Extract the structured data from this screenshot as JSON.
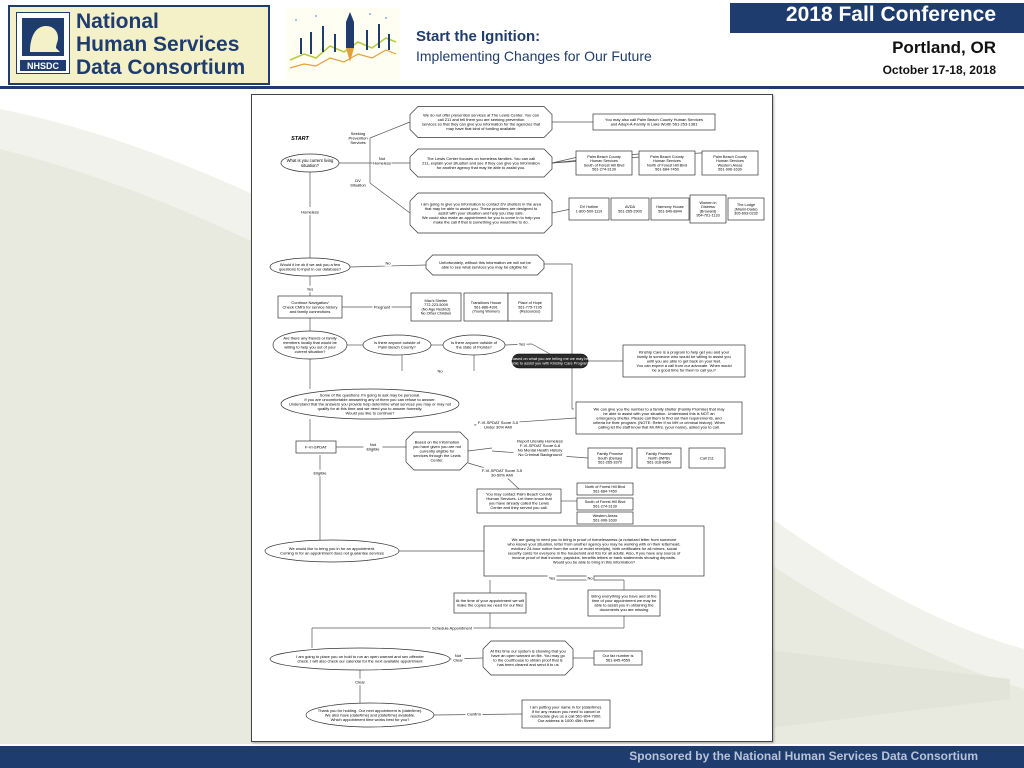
{
  "header": {
    "logo_line1": "National",
    "logo_line2": "Human Services",
    "logo_line3": "Data Consortium",
    "logo_emblem_text": "NHSDC",
    "tagline_title": "Start the Ignition:",
    "tagline_sub": "Implementing Changes for Our Future",
    "conference_title": "2018 Fall Conference",
    "city": "Portland, OR",
    "dates": "October 17-18, 2018"
  },
  "footer": {
    "sponsor": "Sponsored by the National Human Services Data Consortium"
  },
  "colors": {
    "navy": "#1f3c6e",
    "logo_background": "#f4f0c8",
    "dark_callout": "#2b2b2b"
  },
  "diagram": {
    "nodes": [
      {
        "id": "start",
        "shape": "label",
        "lines": [
          "START"
        ]
      },
      {
        "id": "current_situation",
        "shape": "ellipse",
        "lines": [
          "What is you current living",
          "situation?"
        ]
      },
      {
        "id": "seeking_prevention",
        "shape": "label",
        "lines": [
          "Seeking",
          "Prevention",
          "Services"
        ]
      },
      {
        "id": "not_homeless",
        "shape": "label",
        "lines": [
          "Not",
          "Homeless"
        ]
      },
      {
        "id": "dv_situation",
        "shape": "label",
        "lines": [
          "DV",
          "Situation"
        ]
      },
      {
        "id": "homeless",
        "shape": "label",
        "lines": [
          "Homeless"
        ]
      },
      {
        "id": "no_prevention",
        "shape": "octagon",
        "lines": [
          "We do not offer prevention services at The Lewis Center. You can",
          "call 211 and tell them you are seeking prevention",
          "services so that they can give you information for the agencies that",
          "may have that kind of funding available"
        ]
      },
      {
        "id": "pbc_adopt",
        "shape": "rect",
        "lines": [
          "You may also call Palm Beach County Human Services",
          "and Adopt-A-Family in Lake Worth 561-253-1361"
        ]
      },
      {
        "id": "pbc_south",
        "shape": "rect",
        "lines": [
          "Palm Beach County",
          "Human Services",
          "South of Forest Hill Blvd",
          "561-274-3139"
        ]
      },
      {
        "id": "pbc_north",
        "shape": "rect",
        "lines": [
          "Palm Beach County",
          "Human Services",
          "North of Forest Hill Blvd",
          "561-684-7450"
        ]
      },
      {
        "id": "pbc_west",
        "shape": "rect",
        "lines": [
          "Palm Beach County",
          "Human Services",
          "Western Areas",
          "561-996-1630"
        ]
      },
      {
        "id": "lewis_focus",
        "shape": "octagon",
        "lines": [
          "The Lewis Center focuses on homeless families. You can call",
          "211, explain your situation and see if they can give you information",
          "for another agency that may be able to assist you."
        ]
      },
      {
        "id": "dv_shelters",
        "shape": "octagon",
        "lines": [
          "I am going to give you information to contact DV shelters in the area",
          "that may be able to assist you. These providers are designed to",
          "assist with your situation and help you stay safe.",
          "We could also make an appointment for you to come in to help you",
          "make the call if that is something you would like to do."
        ]
      },
      {
        "id": "dv_hotline",
        "shape": "rect",
        "lines": [
          "DV Hotline",
          "1-800-500-1119"
        ]
      },
      {
        "id": "avda",
        "shape": "rect",
        "lines": [
          "AVDA",
          "561-265-2900"
        ]
      },
      {
        "id": "harmony_house",
        "shape": "rect",
        "lines": [
          "Harmony House",
          "561-640-8844"
        ]
      },
      {
        "id": "women_distress",
        "shape": "rect",
        "lines": [
          "Women in",
          "Distress",
          "(Broward)",
          "954-761-1133"
        ]
      },
      {
        "id": "the_lodge",
        "shape": "rect",
        "lines": [
          "The Lodge",
          "(Miami-Dade)",
          "305-693-0232"
        ]
      },
      {
        "id": "ask_questions",
        "shape": "ellipse",
        "lines": [
          "Would it be ok if we ask you a few",
          "questions to input in our database?"
        ]
      },
      {
        "id": "no_info",
        "shape": "octagon",
        "lines": [
          "Unfortunately, without this information we will not be",
          "able to see what services you may be eligible for."
        ]
      },
      {
        "id": "yes_1",
        "shape": "label",
        "lines": [
          "Yes"
        ]
      },
      {
        "id": "no_1",
        "shape": "label",
        "lines": [
          "No"
        ]
      },
      {
        "id": "continue_nav",
        "shape": "rect",
        "lines": [
          "Continue Navigation/",
          "Check CMIS for service history",
          "and family connections"
        ]
      },
      {
        "id": "pregnant",
        "shape": "label",
        "lines": [
          "Pregnant"
        ]
      },
      {
        "id": "macs_shelter",
        "shape": "rect",
        "lines": [
          "Mac's Shelter",
          "772-223-5009",
          "(No Age Restrict)",
          "No Other Children"
        ]
      },
      {
        "id": "transitions_house",
        "shape": "rect",
        "lines": [
          "Transitions House",
          "561-886-4391",
          "(Young Women)"
        ]
      },
      {
        "id": "place_of_hope",
        "shape": "rect",
        "lines": [
          "Place of Hope",
          "561-775-7195",
          "(Resources)"
        ]
      },
      {
        "id": "friends_family",
        "shape": "ellipse",
        "lines": [
          "Are there any friends or family",
          "members locally that would be",
          "willing to help you out of your",
          "current situation?"
        ]
      },
      {
        "id": "outside_pbc",
        "shape": "ellipse",
        "lines": [
          "Is there anyone outside of",
          "Palm Beach County?"
        ]
      },
      {
        "id": "outside_fl",
        "shape": "ellipse",
        "lines": [
          "Is there anyone outside of",
          "the state of Florida?"
        ]
      },
      {
        "id": "kinship_callout",
        "shape": "callout",
        "lines": [
          "Based on what you are telling me we may be",
          "able to assist you with Kinship Care Program"
        ]
      },
      {
        "id": "kinship_care",
        "shape": "rect",
        "lines": [
          "Kinship Care is a program to help get you and your",
          "family to someone who would be willing to assist you",
          "until you are able to get back on your feet.",
          "You can expect a call from our advocate. When would",
          "be a good time for them to call you?"
        ]
      },
      {
        "id": "yes_2",
        "shape": "label",
        "lines": [
          "Yes"
        ]
      },
      {
        "id": "no_2",
        "shape": "label",
        "lines": [
          "No"
        ]
      },
      {
        "id": "personal_questions",
        "shape": "ellipse",
        "lines": [
          "Some of the questions I'm going to ask may be personal.",
          "If you are uncomfortable answering any of them you can refuse to answer.",
          "Understand that the answers you provide help determine what services you may or may not",
          "qualify for at this time and we need you to answer honestly.",
          "Would you like to continue?"
        ]
      },
      {
        "id": "fvi_spdat",
        "shape": "rect",
        "lines": [
          "F-VI-SPDAT"
        ]
      },
      {
        "id": "not_eligible",
        "shape": "label",
        "lines": [
          "Not",
          "Eligible"
        ]
      },
      {
        "id": "eligible",
        "shape": "label",
        "lines": [
          "Eligible"
        ]
      },
      {
        "id": "not_eligible_info",
        "shape": "octagon",
        "lines": [
          "Based on the information",
          "you have given you are not",
          "currently eligible for",
          "services through the Lewis",
          "Center."
        ]
      },
      {
        "id": "score_under_30",
        "shape": "label",
        "lines": [
          "F-VI-SPDAT Score 3-5",
          "Under 30% AMI"
        ]
      },
      {
        "id": "score_6_8",
        "shape": "label",
        "lines": [
          "Report Literally Homeless",
          "F-VI-SPDAT Score 6-8",
          "No Mental Health History",
          "No Criminal Background"
        ]
      },
      {
        "id": "score_30_50",
        "shape": "label",
        "lines": [
          "F-VI-SPDAT Score 3-5",
          "30-50% AMI"
        ]
      },
      {
        "id": "family_promise",
        "shape": "rect",
        "lines": [
          "We can give you the number to a family shelter (Family Promise) that may",
          "be able to assist with your situation. Understand this is NOT an",
          "emergency shelter. Please call them to find out their requirements, and",
          "criteria for their program. (NOTE: Refer if no MH or criminal history). When",
          "calling let the staff know that Mr./Mrs. (your name), asked you to call."
        ]
      },
      {
        "id": "fp_south",
        "shape": "rect",
        "lines": [
          "Family Promise",
          "South (Delray)",
          "561-265-3370"
        ]
      },
      {
        "id": "fp_north",
        "shape": "rect",
        "lines": [
          "Family Promise",
          "North (WPB)",
          "561-318-8864"
        ]
      },
      {
        "id": "call_211",
        "shape": "rect",
        "lines": [
          "Call 211"
        ]
      },
      {
        "id": "pbc_contact",
        "shape": "rect",
        "lines": [
          "You may contact Palm Beach County",
          "Human Services. Let them know that",
          "you have already called the Lewis",
          "Center and they served you call."
        ]
      },
      {
        "id": "pbc_north_2",
        "shape": "rect",
        "lines": [
          "North of Forest Hill Blvd",
          "561-684-7450"
        ]
      },
      {
        "id": "pbc_south_2",
        "shape": "rect",
        "lines": [
          "South of Forest Hill Blvd",
          "561-274-3139"
        ]
      },
      {
        "id": "pbc_west_2",
        "shape": "rect",
        "lines": [
          "Western Areas",
          "561-996-1630"
        ]
      },
      {
        "id": "bring_in",
        "shape": "ellipse",
        "lines": [
          "We would like to bring you in for an appointment.",
          "Coming in for an appointment does not guarantee services"
        ]
      },
      {
        "id": "documents_needed",
        "shape": "rect",
        "lines": [
          "We are going to need you to bring in proof of homelessness (a notarized letter from someone",
          "who knows your situation, letter from another agency you may be working with on their letterhead,",
          "eviction/ 24-hour notice from the court or motel receipts), birth certificates for all minors, social",
          "security cards for everyone in the household and IDs for all adults. Also, if you have any source of",
          "income proof of that income, paystubs, benefits letters or bank statements showing deposits.",
          "Would you be able to bring in this information?"
        ]
      },
      {
        "id": "yes_3",
        "shape": "label",
        "lines": [
          "Yes"
        ]
      },
      {
        "id": "no_3",
        "shape": "label",
        "lines": [
          "No"
        ]
      },
      {
        "id": "copies_made",
        "shape": "rect",
        "lines": [
          "At the time of your appointment we will",
          "make the copies we need for our files"
        ]
      },
      {
        "id": "bring_everything",
        "shape": "rect",
        "lines": [
          "Bring everything you have and at the",
          "time of your appointment we may be",
          "able to assist you in obtaining the",
          "documents you are missing"
        ]
      },
      {
        "id": "schedule_appt",
        "shape": "label",
        "lines": [
          "Schedule Appointment"
        ]
      },
      {
        "id": "warrant_check",
        "shape": "ellipse",
        "lines": [
          "I am going to place you on hold to run an open warrant and sex offender",
          "check. I will also check our calendar for the next available appointment"
        ]
      },
      {
        "id": "not_clear",
        "shape": "label",
        "lines": [
          "Not",
          "Clear"
        ]
      },
      {
        "id": "warrant_found",
        "shape": "octagon",
        "lines": [
          "At this time our system is showing that you",
          "have an open warrant on file. You may go",
          "to the courthouse to obtain proof that is",
          "has been cleared and send it to us"
        ]
      },
      {
        "id": "fax_number",
        "shape": "rect",
        "lines": [
          "Our fax number is",
          "561-845-4559"
        ]
      },
      {
        "id": "clear",
        "shape": "label",
        "lines": [
          "Clear"
        ]
      },
      {
        "id": "appointment_time",
        "shape": "ellipse",
        "lines": [
          "Thank you for holding. Our next appointment is (date/time).",
          "We also have (date/time) and (date/time) available.",
          "Which appointment time works best for you?"
        ]
      },
      {
        "id": "confirm",
        "shape": "label",
        "lines": [
          "Confirm"
        ]
      },
      {
        "id": "final_note",
        "shape": "rect",
        "lines": [
          "I am putting your name in for (date/time).",
          "If for any reason you need to cancel or",
          "reschedule give us a call 561-804-7900.",
          "Our address is 1000 45th Street"
        ]
      }
    ]
  }
}
